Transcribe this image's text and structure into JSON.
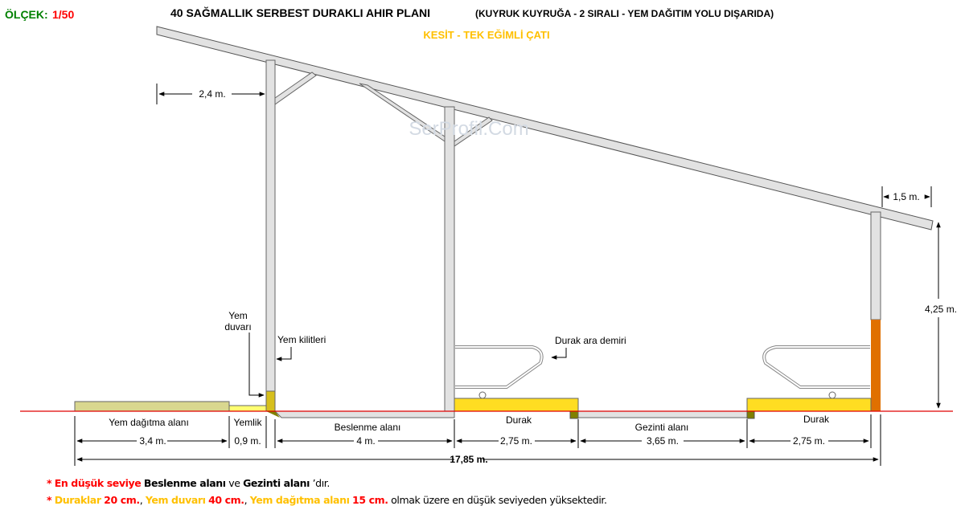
{
  "header": {
    "scale_label": "ÖLÇEK:",
    "scale_value": "1/50",
    "title": "40 SAĞMALLIK  SERBEST DURAKLI AHIR PLANI",
    "subtitle": "(KUYRUK KUYRUĞA - 2 SIRALI - YEM DAĞITIM YOLU DIŞARIDA)",
    "section": "KESİT - TEK EĞİMLİ ÇATI"
  },
  "watermark": "SerProfil.Com",
  "callouts": {
    "yem_duvari_1": "Yem",
    "yem_duvari_2": "duvarı",
    "yem_kilitleri": "Yem kilitleri",
    "durak_ara_demiri": "Durak ara demiri"
  },
  "areas": {
    "yem_dagitma": "Yem dağıtma alanı",
    "yemlik": "Yemlik",
    "beslenme": "Beslenme alanı",
    "durak1": "Durak",
    "gezinti": "Gezinti alanı",
    "durak2": "Durak"
  },
  "dimensions": {
    "overhang_left": "2,4 m.",
    "overhang_right": "1,5 m.",
    "height": "4,25 m.",
    "yem_dagitma": "3,4 m.",
    "yemlik": "0,9 m.",
    "beslenme": "4 m.",
    "durak1": "2,75 m.",
    "gezinti": "3,65 m.",
    "durak2": "2,75 m.",
    "total": "17,85 m."
  },
  "notes": {
    "n1": {
      "star": "*",
      "a": "En düşük seviye",
      "b": "Beslenme alanı",
      "c": " ve ",
      "d": "Gezinti alanı",
      "e": "’dır."
    },
    "n2": {
      "star": "*",
      "a": "Duraklar",
      "b": "20 cm.",
      "c": "Yem duvarı",
      "d": "40 cm.",
      "e": "Yem dağıtma alanı",
      "f": "15 cm.",
      "g": "olmak üzere en düşük seviyeden yüksektedir."
    }
  },
  "colors": {
    "ground": "#e00000",
    "stall": "#ffdd22",
    "feed_wall": "#d6bf1c",
    "column_base": "#e07000",
    "feed_road": "#d9d78f",
    "trough": "#ffff70",
    "curb": "#808000",
    "steel": "#e2e2e2"
  }
}
